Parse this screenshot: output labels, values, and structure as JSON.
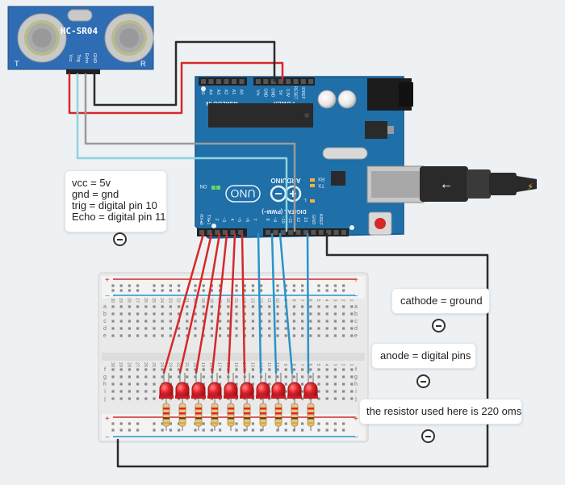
{
  "sensor": {
    "model": "HC-SR04",
    "pins": [
      "Vcc",
      "Trig",
      "Echo",
      "GND"
    ],
    "side_left": "T",
    "side_right": "R"
  },
  "arduino": {
    "brand": "ARDUINO",
    "model": "UNO",
    "on_label": "ON",
    "tx_label": "TX",
    "rx_label": "RX",
    "l_label": "L",
    "analog_header": "ANALOG IN",
    "power_header": "POWER",
    "digital_header": "DIGITAL (PWM~)",
    "analog_pins": [
      "A5",
      "A4",
      "A3",
      "A2",
      "A1",
      "A0"
    ],
    "power_pins": [
      "Vin",
      "GND",
      "GND",
      "5V",
      "3.3V",
      "RESET",
      "IOREF"
    ],
    "digital_pins": [
      "RX◂0",
      "TX▸1",
      "2",
      "~3",
      "4",
      "~5",
      "~6",
      "7",
      "8",
      "~9",
      "~10",
      "~11",
      "12",
      "13",
      "GND",
      "AREF"
    ]
  },
  "breadboard": {
    "columns": [
      "30",
      "29",
      "28",
      "27",
      "26",
      "25",
      "24",
      "23",
      "22",
      "21",
      "20",
      "19",
      "18",
      "17",
      "16",
      "15",
      "14",
      "13",
      "12",
      "11",
      "10",
      "9",
      "8",
      "7",
      "6",
      "5",
      "4",
      "3",
      "2",
      "1"
    ],
    "rows_top": [
      "a",
      "b",
      "c",
      "d",
      "e"
    ],
    "rows_bottom": [
      "f",
      "g",
      "h",
      "i",
      "j"
    ],
    "rail_plus": "+",
    "rail_minus": "−"
  },
  "notes": {
    "pins": {
      "lines": [
        "vcc = 5v",
        "gnd = gnd",
        "trig = digital pin 10",
        "Echo = digital pin 11"
      ]
    },
    "cathode": {
      "text": "cathode =  ground"
    },
    "anode": {
      "text": "anode = digital pins"
    },
    "resistor": {
      "text": "the resistor used here is 220 oms"
    }
  },
  "colors": {
    "board": "#1f6fa8",
    "wire_red": "#d62828",
    "wire_blue": "#2a93c9",
    "wire_black": "#2b2b2b",
    "wire_gray": "#9a9a9a",
    "wire_cyan": "#8fd3df",
    "sensor_body": "#2e6db3",
    "led": "#e1222a"
  }
}
